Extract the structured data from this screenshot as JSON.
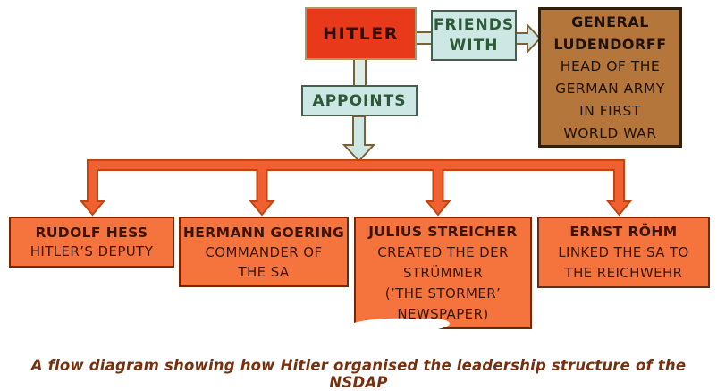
{
  "nodes": {
    "hitler": {
      "label": "HITLER"
    },
    "friends_with": {
      "label": "FRIENDS WITH"
    },
    "ludendorff": {
      "title": "GENERAL LUDENDORFF",
      "lines": [
        "HEAD OF THE",
        "GERMAN ARMY",
        "IN FIRST",
        "WORLD WAR"
      ]
    },
    "appoints": {
      "label": "APPOINTS"
    },
    "hess": {
      "title": "RUDOLF HESS",
      "lines": [
        "HITLER’S DEPUTY"
      ]
    },
    "goering": {
      "title": "HERMANN GOERING",
      "lines": [
        "COMMANDER OF",
        "THE SA"
      ]
    },
    "streicher": {
      "title": "JULIUS STREICHER",
      "lines": [
        "CREATED THE DER",
        "STRÜMMER",
        "(’THE STORMER’",
        "NEWSPAPER)"
      ]
    },
    "rohm": {
      "title": "ERNST RÖHM",
      "lines": [
        "LINKED THE SA TO",
        "THE REICHWEHR"
      ]
    }
  },
  "caption": "A flow diagram showing how Hitler organised the leadership structure of the NSDAP",
  "colors": {
    "red_fill": "#e8391b",
    "blue_fill": "#cde7e4",
    "green_text": "#2d5a36",
    "brown_fill": "#b5763c",
    "orange_fill": "#f5743e",
    "orange_border": "#6e2a0c",
    "arrow_fill": "#f06030",
    "arrow_stroke": "#bf4612",
    "caption_color": "#76300f"
  }
}
